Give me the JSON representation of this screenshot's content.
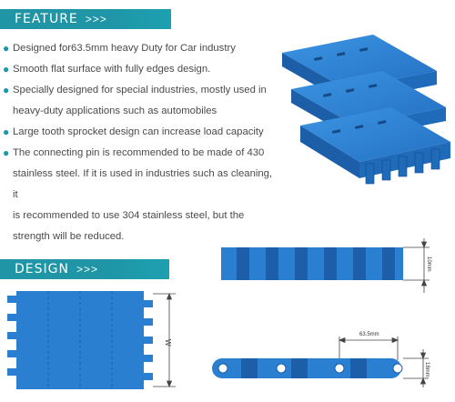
{
  "feature": {
    "title": "FEATURE",
    "arrows": ">>>",
    "items": [
      {
        "lines": [
          "Designed for63.5mm heavy Duty for Car industry"
        ]
      },
      {
        "lines": [
          "Smooth flat surface with fully edges design."
        ]
      },
      {
        "lines": [
          "Specially designed for special industries, mostly used in",
          "heavy-duty applications such as automobiles"
        ]
      },
      {
        "lines": [
          "Large tooth sprocket design can increase load capacity"
        ]
      },
      {
        "lines": [
          "The connecting pin is recommended to be made of 430",
          "stainless steel. If it is used in industries such as cleaning, it",
          "is recommended to use 304 stainless steel, but the",
          "strength will be reduced."
        ]
      }
    ]
  },
  "design": {
    "title": "DESIGN",
    "arrows": ">>>",
    "dim_w": "W",
    "dim_height": "10mm",
    "dim_pitch": "63.5mm",
    "dim_thickness": "18mm"
  },
  "colors": {
    "accent": "#1f95a6",
    "chain_blue": "#2a7fd0",
    "chain_dark": "#1c5fa8"
  }
}
